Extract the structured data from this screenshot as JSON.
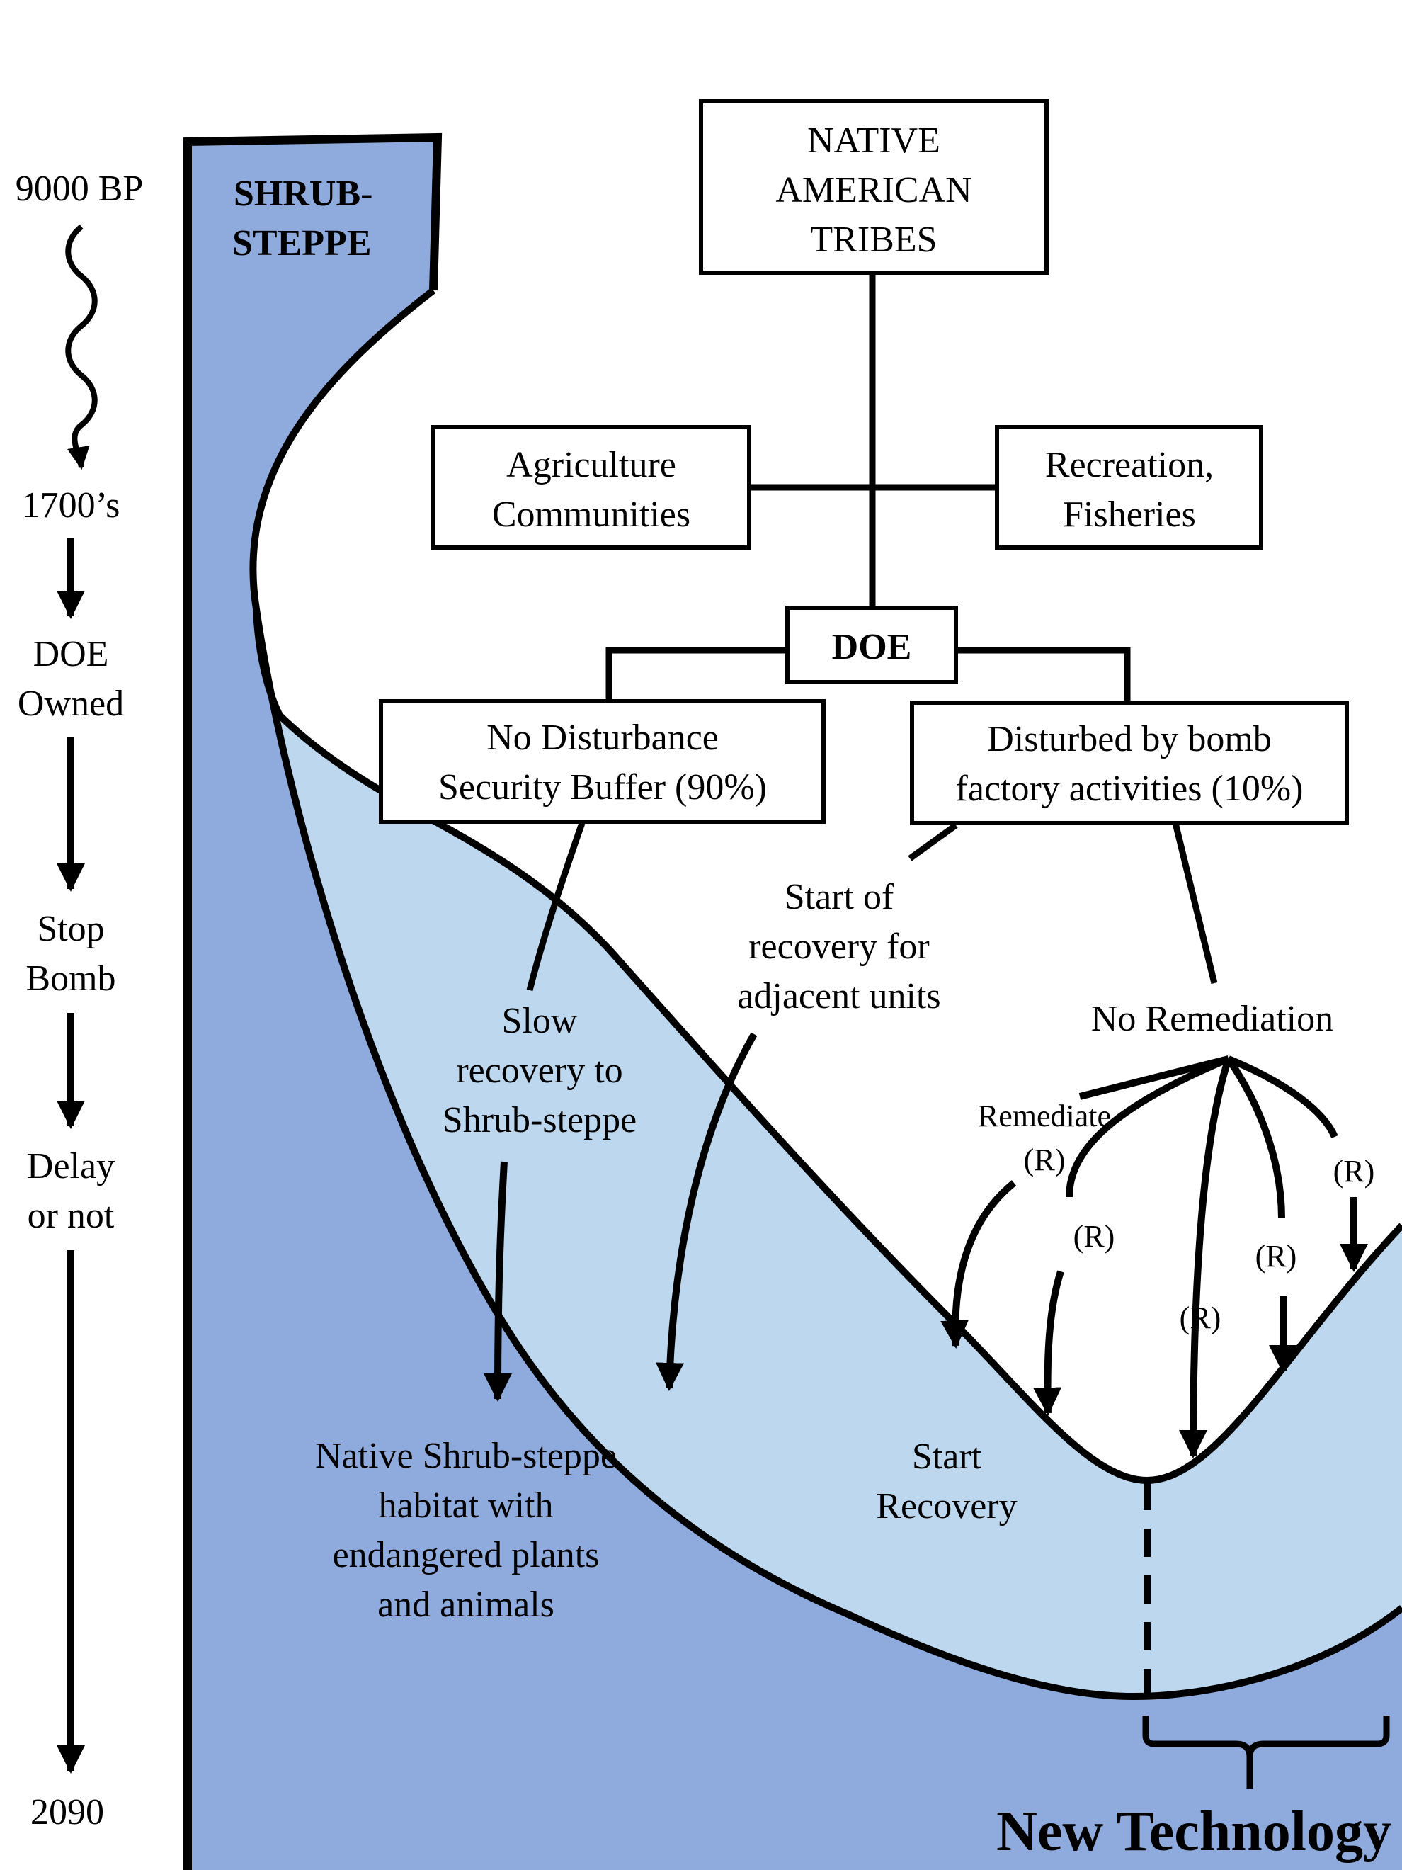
{
  "timeline": {
    "labels": [
      "9000 BP",
      "1700’s",
      [
        "DOE",
        "Owned"
      ],
      [
        "Stop",
        "Bomb"
      ],
      [
        "Delay",
        "or not"
      ],
      "2090"
    ]
  },
  "region_label": [
    "SHRUB-",
    "STEPPE"
  ],
  "boxes": {
    "tribes": [
      "NATIVE",
      "AMERICAN",
      "TRIBES"
    ],
    "agriculture": [
      "Agriculture",
      "Communities"
    ],
    "recreation": [
      "Recreation,",
      "Fisheries"
    ],
    "doe": "DOE",
    "no_disturbance": [
      "No Disturbance",
      "Security Buffer (90%)"
    ],
    "disturbed": [
      "Disturbed by bomb",
      "factory activities (10%)"
    ]
  },
  "texts": {
    "start_recovery_adjacent": [
      "Start of",
      "recovery for",
      "adjacent units"
    ],
    "no_remediation": "No Remediation",
    "slow_recovery": [
      "Slow",
      "recovery to",
      "Shrub-steppe"
    ],
    "remediate": [
      "Remediate",
      "(R)"
    ],
    "r": "(R)",
    "native_habitat": [
      "Native Shrub-steppe",
      "habitat with",
      "endangered plants",
      "and animals"
    ],
    "start_recovery": [
      "Start",
      "Recovery"
    ],
    "new_technology": "New Technology"
  },
  "colors": {
    "dark_fill": "#8faadc",
    "light_fill": "#bdd7ee",
    "stroke": "#000000",
    "background": "#ffffff"
  }
}
